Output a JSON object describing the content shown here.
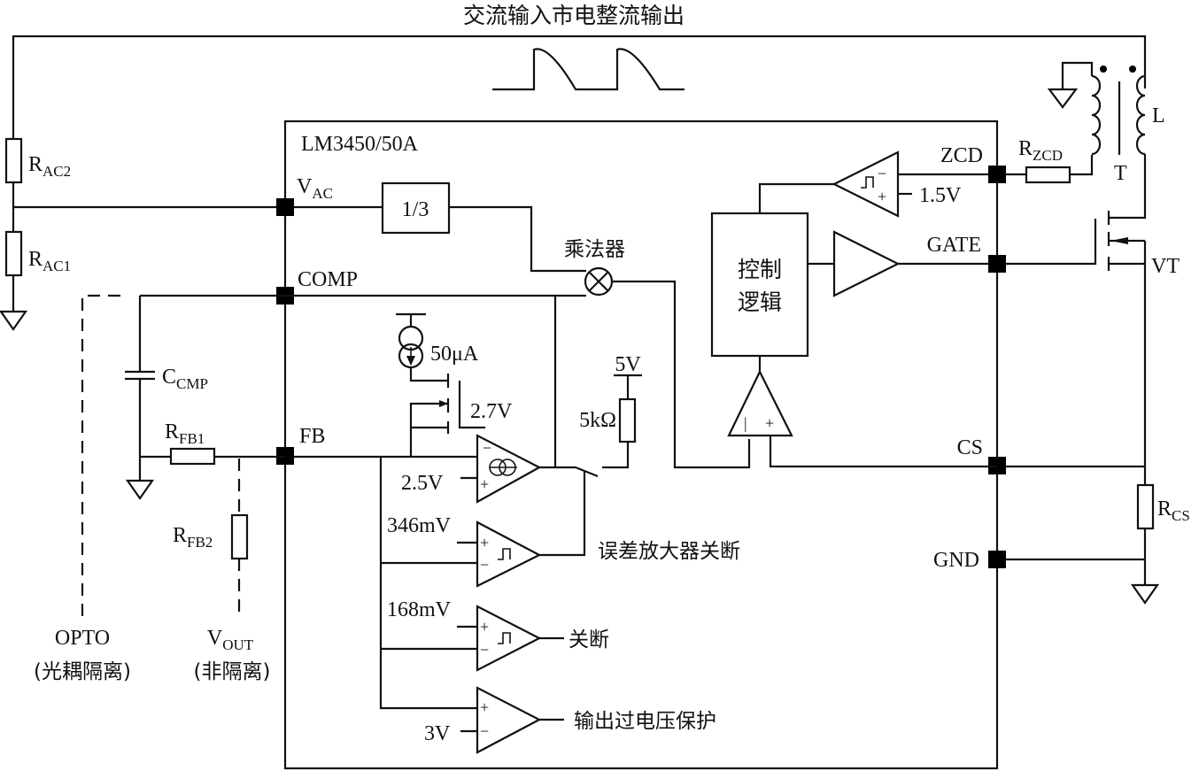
{
  "title": "交流输入市电整流输出",
  "chip": {
    "name": "LM3450/50A"
  },
  "pins": {
    "vac": {
      "main": "V",
      "sub": "AC"
    },
    "comp": "COMP",
    "fb": "FB",
    "zcd": "ZCD",
    "gate": "GATE",
    "cs": "CS",
    "gnd": "GND"
  },
  "external": {
    "rac2": {
      "main": "R",
      "sub": "AC2"
    },
    "rac1": {
      "main": "R",
      "sub": "AC1"
    },
    "ccmp": {
      "main": "C",
      "sub": "CMP"
    },
    "rfb1": {
      "main": "R",
      "sub": "FB1"
    },
    "rfb2": {
      "main": "R",
      "sub": "FB2"
    },
    "rzcd": {
      "main": "R",
      "sub": "ZCD"
    },
    "rcs": {
      "main": "R",
      "sub": "CS"
    },
    "transformer": "T",
    "inductor": "L",
    "mosfet": "VT",
    "opto_label": "OPTO",
    "opto_note": "(光耦隔离)",
    "vout": {
      "main": "V",
      "sub": "OUT"
    },
    "vout_note": "(非隔离)"
  },
  "internal": {
    "divider": "1/3",
    "multiplier": "乘法器",
    "control_logic_line1": "控制",
    "control_logic_line2": "逻辑",
    "zcd_ref": "1.5V",
    "current_source": "50μA",
    "clamp_voltage": "2.7V",
    "ea_ref": "2.5V",
    "pullup_supply": "5V",
    "pullup_resistor": "5kΩ",
    "ea_shutdown_ref": "346mV",
    "ea_shutdown_label": "误差放大器关断",
    "shutdown_ref": "168mV",
    "shutdown_label": "关断",
    "ovp_ref": "3V",
    "ovp_label": "输出过电压保护"
  },
  "signs": {
    "plus": "+",
    "minus": "−",
    "bar": "|"
  }
}
